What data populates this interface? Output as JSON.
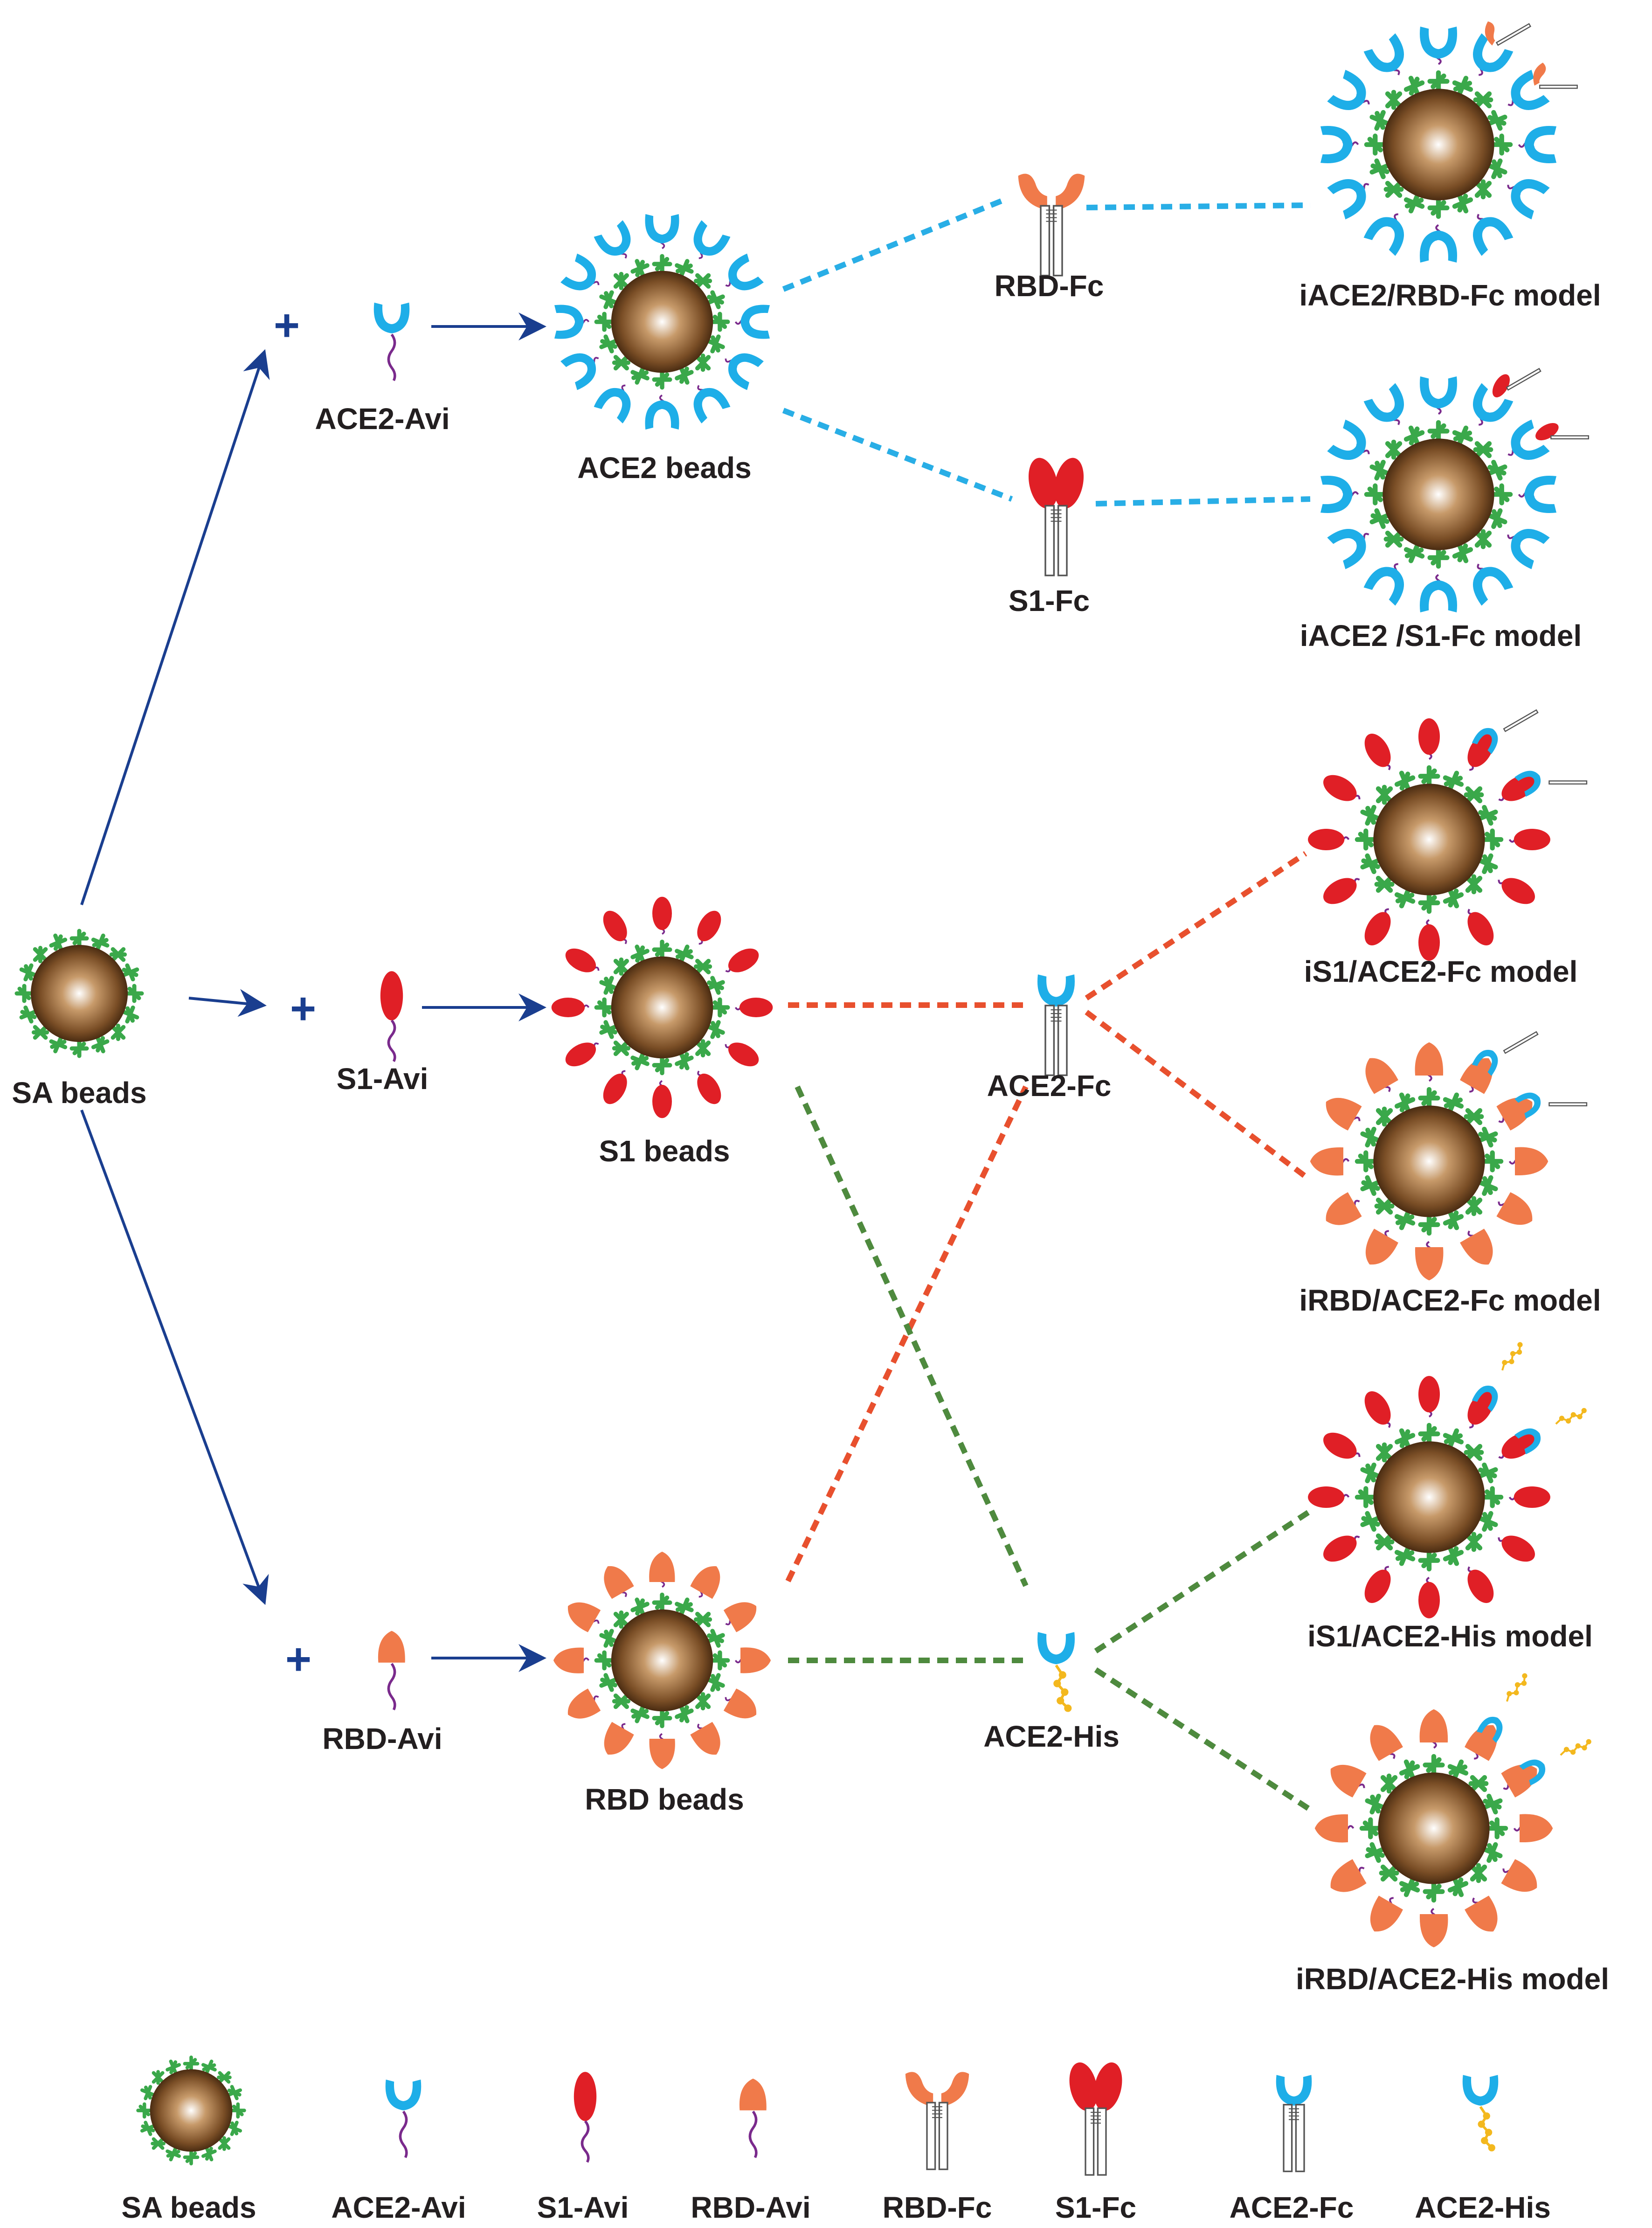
{
  "colors": {
    "arrow": "#1a3e8f",
    "cyan_line": "#29aee6",
    "orange_line": "#e8502e",
    "green_line": "#4e8a3e",
    "streptavidin": "#3aa84a",
    "ace2": "#1eaee8",
    "s1": "#e01f26",
    "rbd": "#f07a4a",
    "his": "#f3b81e",
    "linker": "#7a2a8c",
    "bead_dark": "#5a3a1e",
    "bead_light": "#ffffff"
  },
  "labels": {
    "sa_beads": "SA beads",
    "ace2_avi": "ACE2-Avi",
    "s1_avi": "S1-Avi",
    "rbd_avi": "RBD-Avi",
    "ace2_beads": "ACE2 beads",
    "s1_beads": "S1 beads",
    "rbd_beads": "RBD beads",
    "rbd_fc": "RBD-Fc",
    "s1_fc": "S1-Fc",
    "ace2_fc": "ACE2-Fc",
    "ace2_his": "ACE2-His",
    "model_iace2_rbdfc": "iACE2/RBD-Fc model",
    "model_iace2_s1fc": "iACE2 /S1-Fc model",
    "model_is1_ace2fc": "iS1/ACE2-Fc model",
    "model_irbd_ace2fc": "iRBD/ACE2-Fc model",
    "model_is1_ace2his": "iS1/ACE2-His model",
    "model_irbd_ace2his": "iRBD/ACE2-His model",
    "plus": "+"
  },
  "legend": [
    {
      "key": "sa",
      "label": "SA beads"
    },
    {
      "key": "ace2avi",
      "label": "ACE2-Avi"
    },
    {
      "key": "s1avi",
      "label": "S1-Avi"
    },
    {
      "key": "rbdavi",
      "label": "RBD-Avi"
    },
    {
      "key": "rbdfc",
      "label": "RBD-Fc"
    },
    {
      "key": "s1fc",
      "label": "S1-Fc"
    },
    {
      "key": "ace2fc",
      "label": "ACE2-Fc"
    },
    {
      "key": "ace2his",
      "label": "ACE2-His"
    }
  ]
}
